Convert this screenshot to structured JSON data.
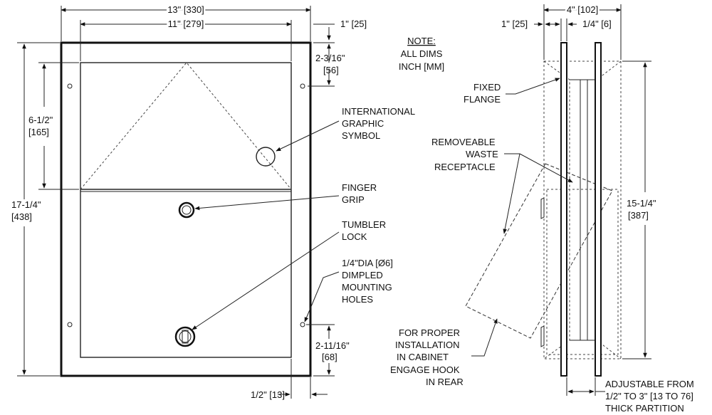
{
  "front_view": {
    "dim_overall_width": "13\" [330]",
    "dim_door_width": "11\" [279]",
    "dim_flange_right": "1\" [25]",
    "dim_top_hole_a": "2-3/16\"",
    "dim_top_hole_b": "[56]",
    "dim_upper_height_a": "6-1/2\"",
    "dim_upper_height_b": "[165]",
    "dim_overall_height_a": "17-1/4\"",
    "dim_overall_height_b": "[438]",
    "dim_bottom_hole_a": "2-11/16\"",
    "dim_bottom_hole_b": "[68]",
    "dim_bottom_offset": "1/2\" [13]"
  },
  "note": {
    "title": "NOTE:",
    "line1": "ALL DIMS",
    "line2": "INCH [MM]"
  },
  "callouts": {
    "symbol_1": "INTERNATIONAL",
    "symbol_2": "GRAPHIC",
    "symbol_3": "SYMBOL",
    "grip_1": "FINGER",
    "grip_2": "GRIP",
    "lock_1": "TUMBLER",
    "lock_2": "LOCK",
    "holes_1": "1/4\"DIA [Ø6]",
    "holes_2": "DIMPLED",
    "holes_3": "MOUNTING",
    "holes_4": "HOLES"
  },
  "side_view": {
    "dim_depth": "4\" [102]",
    "dim_flange": "1\" [25]",
    "dim_thickness": "1/4\" [6]",
    "dim_height_a": "15-1/4\"",
    "dim_height_b": "[387]",
    "flange_1": "FIXED",
    "flange_2": "FLANGE",
    "waste_1": "REMOVEABLE",
    "waste_2": "WASTE",
    "waste_3": "RECEPTACLE",
    "install_1": "FOR PROPER",
    "install_2": "INSTALLATION",
    "install_3": "IN CABINET",
    "install_4": "ENGAGE HOOK",
    "install_5": "IN REAR",
    "partition_1": "ADJUSTABLE FROM",
    "partition_2": "1/2\" TO 3\" [13 TO 76]",
    "partition_3": "THICK PARTITION"
  }
}
